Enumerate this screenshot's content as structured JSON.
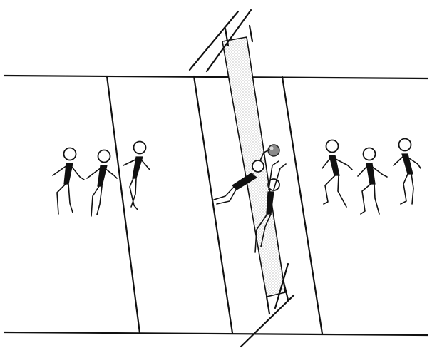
{
  "scene": {
    "description_free": true,
    "colors": {
      "ink": "#111111",
      "background": "#ffffff",
      "net_dots": "#777777",
      "ball": "#8a8a8a"
    },
    "icons": [
      "court-lines",
      "volleyball-net",
      "volleyball",
      "stick-figure-players"
    ],
    "player_count": {
      "left_team": 4,
      "right_team": 4
    }
  }
}
